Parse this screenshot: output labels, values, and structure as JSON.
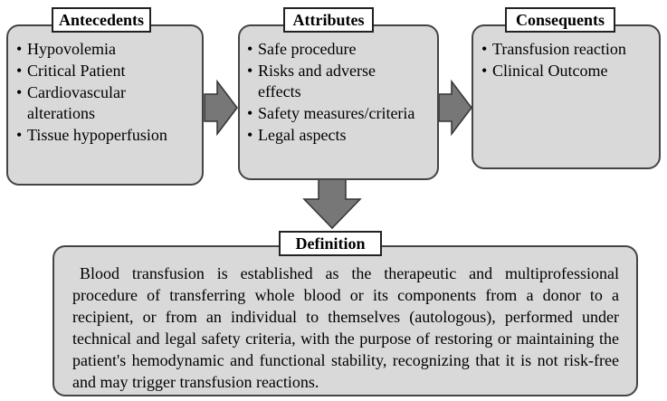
{
  "antecedents": {
    "title": "Antecedents",
    "items": [
      "Hypovolemia",
      "Critical Patient",
      "Cardiovascular alterations",
      "Tissue hypoperfusion"
    ]
  },
  "attributes": {
    "title": "Attributes",
    "items": [
      "Safe procedure",
      "Risks and adverse effects",
      "Safety measures/criteria",
      "Legal aspects"
    ]
  },
  "consequents": {
    "title": "Consequents",
    "items": [
      "Transfusion reaction",
      "Clinical Outcome"
    ]
  },
  "definition": {
    "title": "Definition",
    "text": "Blood transfusion is established as the therapeutic and multiprofessional procedure of transferring whole blood or its components from a donor to a recipient, or from an individual to themselves (autologous), performed under technical and legal safety criteria, with the purpose of restoring or maintaining the patient's hemodynamic and functional stability, recognizing that it is not risk-free and may trigger transfusion reactions."
  },
  "colors": {
    "box_fill": "#d9d9d9",
    "arrow_fill": "#777777",
    "border": "#444444"
  }
}
